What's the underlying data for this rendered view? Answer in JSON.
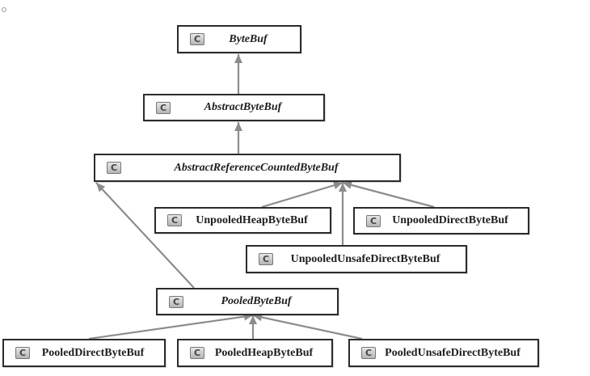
{
  "diagram": {
    "icon_name": "class-icon",
    "icon_glyph": "C",
    "nodes": {
      "bytebuf": "ByteBuf",
      "abstract_bytebuf": "AbstractByteBuf",
      "abstract_refcounted": "AbstractReferenceCountedByteBuf",
      "unpooled_heap": "UnpooledHeapByteBuf",
      "unpooled_direct": "UnpooledDirectByteBuf",
      "unpooled_unsafe_direct": "UnpooledUnsafeDirectByteBuf",
      "pooled": "PooledByteBuf",
      "pooled_direct": "PooledDirectByteBuf",
      "pooled_heap": "PooledHeapByteBuf",
      "pooled_unsafe_direct": "PooledUnsafeDirectByteBuf"
    },
    "edge_color": "#8c8c8c"
  }
}
